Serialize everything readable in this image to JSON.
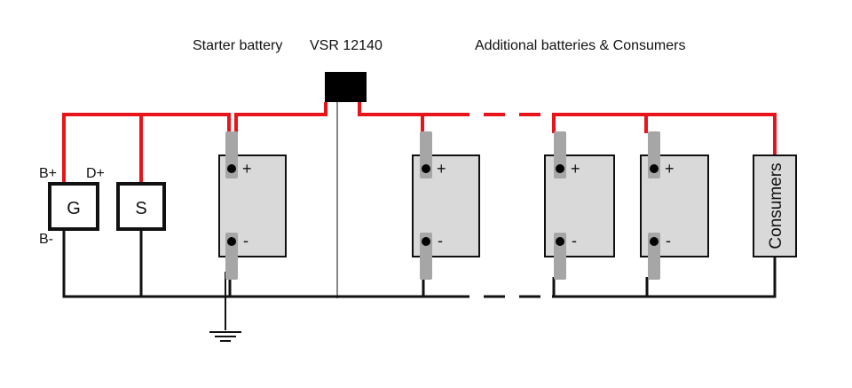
{
  "labels": {
    "starter_battery": "Starter battery",
    "vsr": "VSR 12140",
    "additional": "Additional batteries & Consumers",
    "b_plus": "B+",
    "d_plus": "D+",
    "b_minus": "B-",
    "generator": "G",
    "starter": "S",
    "consumers": "Consumers",
    "plus": "+",
    "minus": "-"
  },
  "colors": {
    "positive_wire": "#e8141a",
    "negative_wire": "#111111",
    "battery_fill": "#d9d9d9",
    "terminal_fill": "#a6a6a6",
    "vsr_fill": "#000000"
  }
}
